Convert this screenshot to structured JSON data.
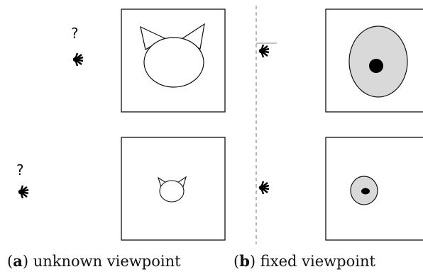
{
  "panels": {
    "a": {
      "letter": "a",
      "caption": "unknown viewpoint",
      "question_mark": "?"
    },
    "b": {
      "letter": "b",
      "caption": "fixed viewpoint"
    }
  },
  "colors": {
    "stroke": "#111111",
    "fill_gray": "#d9d9d9",
    "fill_dark": "#000000",
    "dashed_line": "#888888"
  }
}
